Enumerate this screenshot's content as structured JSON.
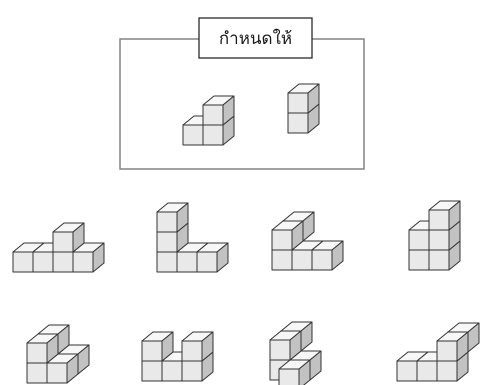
{
  "given_section": {
    "label": "กำหนดให้",
    "pieces": [
      {
        "cubes": [
          [
            0,
            0,
            0
          ],
          [
            1,
            0,
            0
          ],
          [
            1,
            1,
            0
          ]
        ]
      },
      {
        "cubes": [
          [
            0,
            0,
            0
          ],
          [
            0,
            1,
            0
          ]
        ]
      }
    ]
  },
  "options": [
    {
      "cubes": [
        [
          0,
          0,
          0
        ],
        [
          1,
          0,
          0
        ],
        [
          2,
          0,
          0
        ],
        [
          3,
          0,
          0
        ],
        [
          2,
          1,
          0
        ]
      ]
    },
    {
      "cubes": [
        [
          0,
          0,
          0
        ],
        [
          0,
          1,
          0
        ],
        [
          0,
          2,
          0
        ],
        [
          1,
          0,
          0
        ],
        [
          2,
          0,
          0
        ]
      ]
    },
    {
      "cubes": [
        [
          0,
          0,
          0
        ],
        [
          1,
          0,
          0
        ],
        [
          2,
          0,
          0
        ],
        [
          0,
          1,
          0
        ],
        [
          0,
          1,
          1
        ]
      ]
    },
    {
      "cubes": [
        [
          0,
          0,
          0
        ],
        [
          1,
          0,
          0
        ],
        [
          0,
          1,
          0
        ],
        [
          1,
          1,
          0
        ],
        [
          1,
          2,
          0
        ]
      ]
    },
    {
      "cubes": [
        [
          0,
          0,
          0
        ],
        [
          1,
          0,
          0
        ],
        [
          0,
          1,
          0
        ],
        [
          0,
          0,
          1
        ],
        [
          1,
          0,
          1
        ],
        [
          0,
          1,
          1
        ]
      ]
    },
    {
      "cubes": [
        [
          0,
          0,
          0
        ],
        [
          1,
          0,
          0
        ],
        [
          2,
          0,
          0
        ],
        [
          0,
          1,
          0
        ],
        [
          2,
          1,
          0
        ]
      ]
    },
    {
      "cubes": [
        [
          0,
          0,
          0
        ],
        [
          1,
          0,
          0
        ],
        [
          0,
          1,
          0
        ],
        [
          0,
          1,
          1
        ],
        [
          1,
          0,
          -1
        ]
      ]
    },
    {
      "cubes": [
        [
          0,
          0,
          0
        ],
        [
          1,
          0,
          0
        ],
        [
          2,
          0,
          0
        ],
        [
          2,
          1,
          0
        ],
        [
          2,
          1,
          1
        ]
      ]
    }
  ],
  "colors": {
    "face": "#e9e9e9",
    "top": "#f7f7f7",
    "side": "#c2c2c2",
    "line": "#333333"
  }
}
